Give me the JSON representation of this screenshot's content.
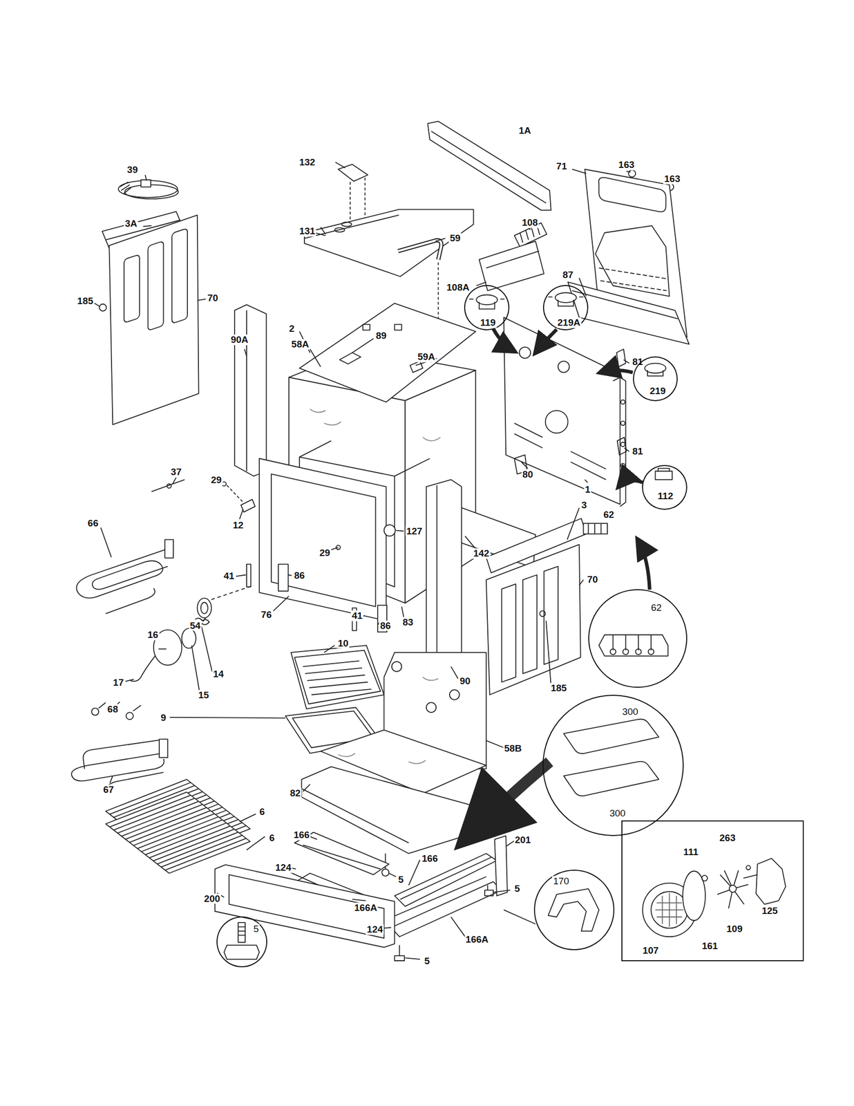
{
  "diagram": {
    "nodes": [
      {
        "text": [
          "119"
        ]
      },
      {
        "text": [
          "219A"
        ]
      },
      {
        "text": [
          "219"
        ]
      },
      {
        "text": [
          "112"
        ]
      },
      {
        "text": [
          "62"
        ]
      },
      {
        "text": [
          "300",
          "300"
        ]
      },
      {
        "text": [
          "170"
        ]
      },
      {
        "text": [
          "5"
        ]
      },
      {
        "text": [
          "263",
          "111",
          "125",
          "109",
          "161",
          "107"
        ]
      }
    ],
    "labels": [
      "1A",
      "132",
      "39",
      "163",
      "163",
      "71",
      "108",
      "3A",
      "131",
      "59",
      "87",
      "108A",
      "185",
      "70",
      "2",
      "89",
      "58A",
      "90A",
      "59A",
      "81",
      "81",
      "37",
      "29",
      "80",
      "1",
      "3",
      "62",
      "66",
      "12",
      "127",
      "142",
      "29",
      "41",
      "86",
      "70",
      "76",
      "83",
      "54",
      "10",
      "16",
      "41",
      "86",
      "14",
      "90",
      "17",
      "185",
      "15",
      "68",
      "9",
      "58B",
      "67",
      "82",
      "6",
      "6",
      "166",
      "201",
      "124",
      "166",
      "5",
      "5",
      "200",
      "166A",
      "124",
      "166A",
      "5"
    ]
  }
}
